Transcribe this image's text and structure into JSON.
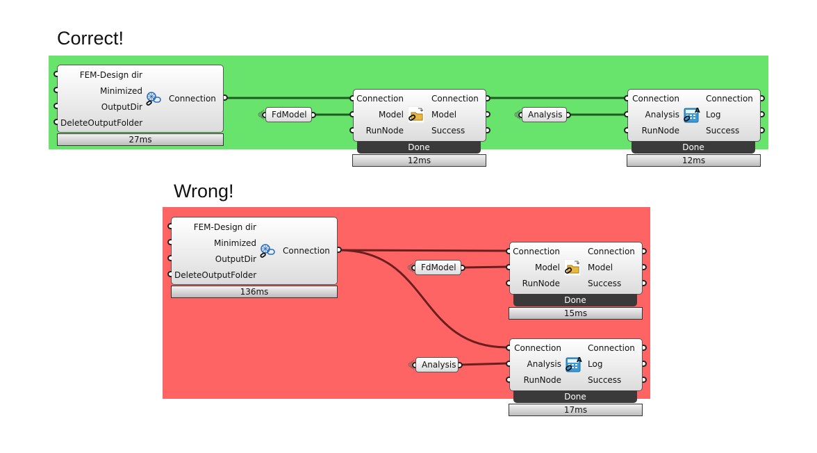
{
  "sections": {
    "correct": {
      "title": "Correct!",
      "panel_color": "#68e36c"
    },
    "wrong": {
      "title": "Wrong!",
      "panel_color": "#ff6464"
    }
  },
  "components": {
    "connection": {
      "inputs": [
        "FEM-Design dir",
        "Minimized",
        "OutputDir",
        "DeleteOutputFolder"
      ],
      "outputs": [
        "Connection"
      ],
      "icon": "fem-connection-icon"
    },
    "model": {
      "inputs": [
        "Connection",
        "Model",
        "RunNode"
      ],
      "outputs": [
        "Connection",
        "Model",
        "Success"
      ],
      "icon": "open-model-folder-icon",
      "status": "Done"
    },
    "analysis": {
      "inputs": [
        "Connection",
        "Analysis",
        "RunNode"
      ],
      "outputs": [
        "Connection",
        "Log",
        "Success"
      ],
      "icon": "run-analysis-calculator-icon",
      "status": "Done"
    }
  },
  "params": {
    "fdmodel": "FdModel",
    "analysis": "Analysis"
  },
  "timings": {
    "correct": {
      "connection": "27ms",
      "model": "12ms",
      "analysis": "12ms"
    },
    "wrong": {
      "connection": "136ms",
      "model": "15ms",
      "analysis": "17ms"
    }
  },
  "wire_color": {
    "correct": "#1f5a22",
    "wrong": "#6b1e1e"
  }
}
